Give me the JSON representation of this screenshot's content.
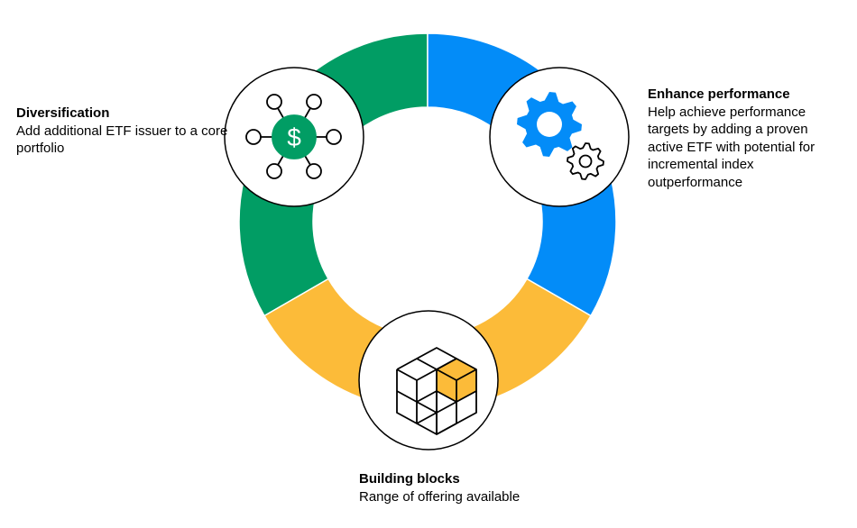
{
  "colors": {
    "green": "#019D64",
    "blue": "#038CF8",
    "yellow": "#FCBB39",
    "outline": "#000000",
    "background": "#FFFFFF"
  },
  "segments": [
    {
      "name": "diversification",
      "color": "#019D64"
    },
    {
      "name": "enhance-performance",
      "color": "#038CF8"
    },
    {
      "name": "building-blocks",
      "color": "#FCBB39"
    }
  ],
  "diversification": {
    "title": "Diversification",
    "description": "Add additional ETF issuer to a core portfolio",
    "icon": "network-dollar-icon",
    "center_glyph": "$"
  },
  "enhance": {
    "title": "Enhance performance",
    "description": "Help achieve performance targets by adding a proven active ETF with potential for incremental index outperformance",
    "icon": "gears-icon"
  },
  "building": {
    "title": "Building blocks",
    "description": "Range of offering available",
    "icon": "cubes-icon"
  }
}
